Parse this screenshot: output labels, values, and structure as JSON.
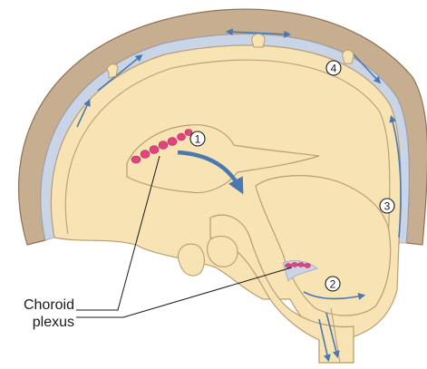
{
  "labels": {
    "choroid_line1": "Choroid",
    "choroid_line2": "plexus"
  },
  "step_markers": [
    "1",
    "2",
    "3",
    "4"
  ],
  "colors": {
    "skull": "#c8ae90",
    "skull_edge": "#8c7356",
    "csf_space": "#c9d4e6",
    "brain_tissue": "#f7e3b4",
    "brain_edge": "#b89d70",
    "choroid_plexus": "#e0447d",
    "flow_arrow": "#4a78b0"
  }
}
